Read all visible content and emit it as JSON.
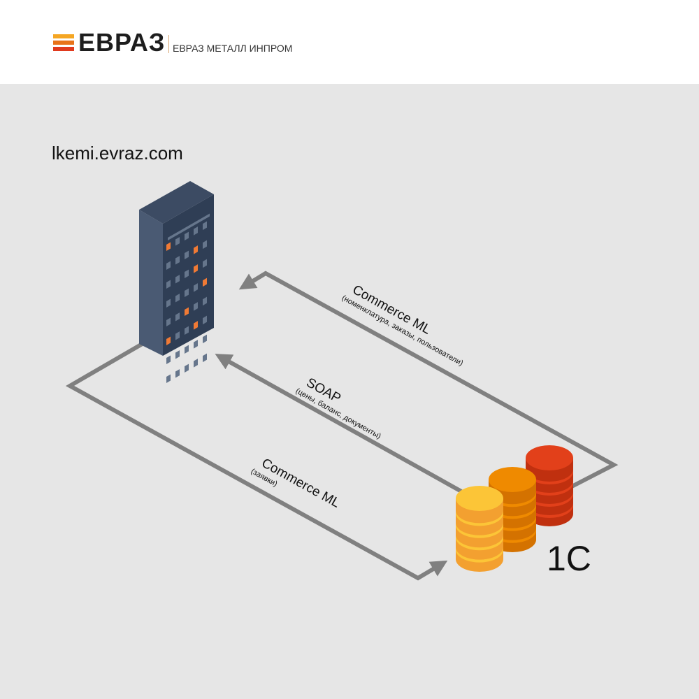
{
  "header": {
    "logo_text": "ЕВРАЗ",
    "logo_subtitle": "ЕВРАЗ МЕТАЛЛ ИНПРОМ",
    "logo_colors": [
      "#f5a623",
      "#e8731a",
      "#e03a1e"
    ]
  },
  "site": {
    "domain": "lkemi.evraz.com"
  },
  "flows": [
    {
      "title": "Commerce ML",
      "subtitle": "(номенклатура, заказы, пользователи)"
    },
    {
      "title": "SOAP",
      "subtitle": "(цены, баланс, документы)"
    },
    {
      "title": "Commerce ML",
      "subtitle": "(заявки)"
    }
  ],
  "database": {
    "label": "1C",
    "colors": {
      "red": "#e2401a",
      "orange": "#ef8a00",
      "yellow": "#fcc537"
    }
  },
  "colors": {
    "line": "#808080",
    "building_front": "#2f3e55",
    "building_side": "#4a5a73",
    "building_top": "#3c4b63"
  }
}
